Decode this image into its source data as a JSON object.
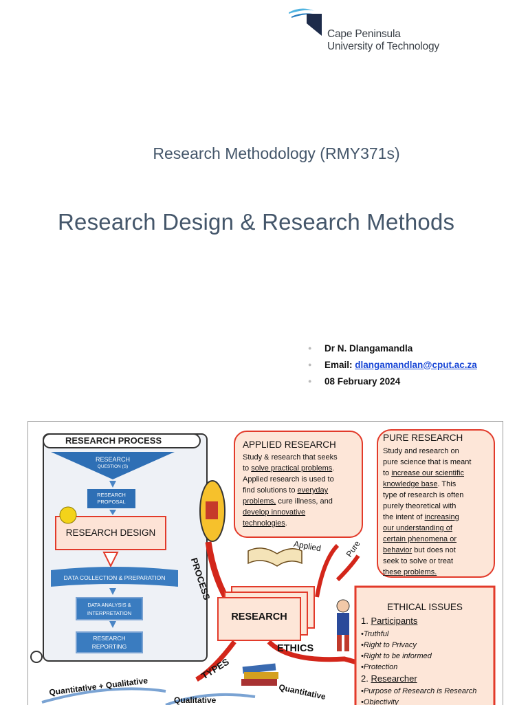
{
  "logo": {
    "line1": "Cape Peninsula",
    "line2": "University of Technology"
  },
  "course_title": "Research Methodology (RMY371s)",
  "main_title": "Research Design & Research Methods",
  "contact": {
    "name": "Dr N. Dlangamandla",
    "email_label": "Email:",
    "email": "dlangamandlan@cput.ac.za",
    "date": "08 February 2024"
  },
  "infographic": {
    "process_title": "RESEARCH PROCESS",
    "steps": {
      "question": "RESEARCH",
      "question2": "QUESTION (S)",
      "proposal": "RESEARCH",
      "proposal2": "PROPOSAL",
      "design": "RESEARCH DESIGN",
      "collection": "DATA COLLECTION & PREPARATION",
      "analysis": "DATA ANALYSIS &",
      "analysis2": "INTERPRETATION",
      "reporting": "RESEARCH",
      "reporting2": "REPORTING"
    },
    "applied": {
      "title": "APPLIED RESEARCH",
      "t1": "Study & research that seeks",
      "t2a": "to ",
      "t2b": "solve practical problems",
      "t2c": ".",
      "t3": "Applied research is used to",
      "t4a": "find solutions to ",
      "t4b": "everyday",
      "t5a": "problems,",
      "t5b": " cure illness, and",
      "t6": "develop innovative",
      "t7a": "technologies",
      "t7b": "."
    },
    "pure": {
      "title": "PURE RESEARCH",
      "t1": "Study and research on",
      "t2": "pure science that is meant",
      "t3a": "to ",
      "t3b": "increase our scientific",
      "t4a": "knowledge base",
      "t4b": ". This",
      "t5": "type of research is often",
      "t6": "purely theoretical with",
      "t7a": "the intent of ",
      "t7b": "increasing",
      "t8": "our understanding of",
      "t9": "certain phenomena or",
      "t10a": "behavior",
      "t10b": " but does not",
      "t11": "seek to solve or treat",
      "t12": "these problems."
    },
    "labels": {
      "process": "PROCESS",
      "applied": "Applied",
      "pure": "Pure",
      "research": "RESEARCH",
      "ethics": "ETHICS",
      "types": "TYPES",
      "quant_qual": "Quantitative + Qualitative",
      "quantitative": "Quantitative",
      "qualitative": "Qualitative"
    },
    "ethics": {
      "title": "ETHICAL ISSUES",
      "h1num": "1. ",
      "h1": "Participants",
      "items1": [
        "•Truthful",
        "•Right to Privacy",
        "•Right to be informed",
        "•Protection"
      ],
      "h2num": "2. ",
      "h2": "Researcher",
      "items2": [
        "•Purpose of Research is Research",
        "•Objectivity"
      ]
    }
  }
}
